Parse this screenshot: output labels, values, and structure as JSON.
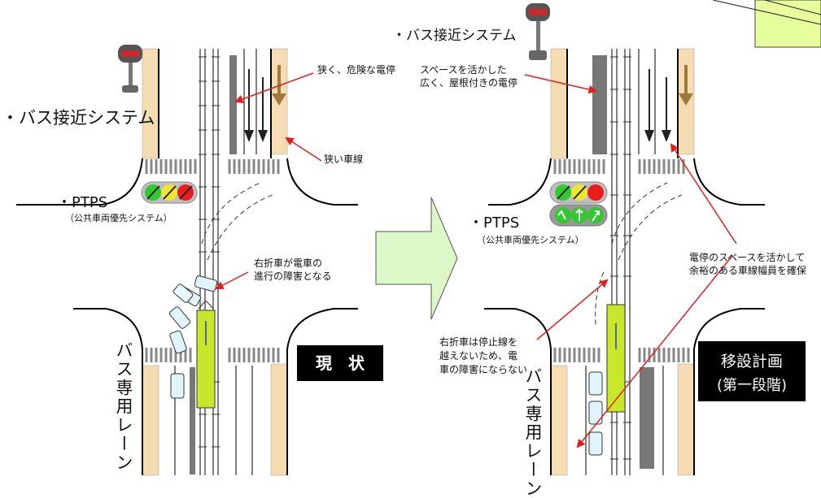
{
  "left_panel": {
    "bus_approach_label": "・バス接近システム",
    "ptps_label": "・PTPS",
    "ptps_sub": "（公共車両優先システム）",
    "note_narrow_stop": "狭く、危険な電停",
    "note_narrow_lane": "狭い車線",
    "note_right_turn_1": "右折車が電車の",
    "note_right_turn_2": "進行の障害となる",
    "bus_lane_label": "バス専用レーン",
    "status_badge": "現　状"
  },
  "right_panel": {
    "bus_approach_label": "・バス接近システム",
    "ptps_label": "・PTPS",
    "ptps_sub": "（公共車両優先システム）",
    "note_space_1": "スペースを活かした",
    "note_space_2": "広く、屋根付きの電停",
    "note_lane_1": "電停のスペースを活かして",
    "note_lane_2": "余裕のある車線幅員を確保",
    "note_stopline_1": "右折車は停止線を",
    "note_stopline_2": "越えないため、電",
    "note_stopline_3": "車の障害にならない",
    "bus_lane_label": "バス専用レーン",
    "plan_badge_1": "移設計画",
    "plan_badge_2": "(第一段階)"
  },
  "colors": {
    "road_beige": "#f5dcb3",
    "tram_yellow": "#c8e62a",
    "arrow_green": "#dcf7c8",
    "annotation_red": "#e02020",
    "signal_red": "#e81e1e",
    "signal_green": "#32c832",
    "signal_yellow": "#f0e632",
    "corner_green": "#e6ff9c"
  },
  "icons": [
    "bus-approach-indicator-icon",
    "traffic-signal-icon",
    "tram-icon",
    "car-icon",
    "turn-arrow-icon"
  ]
}
